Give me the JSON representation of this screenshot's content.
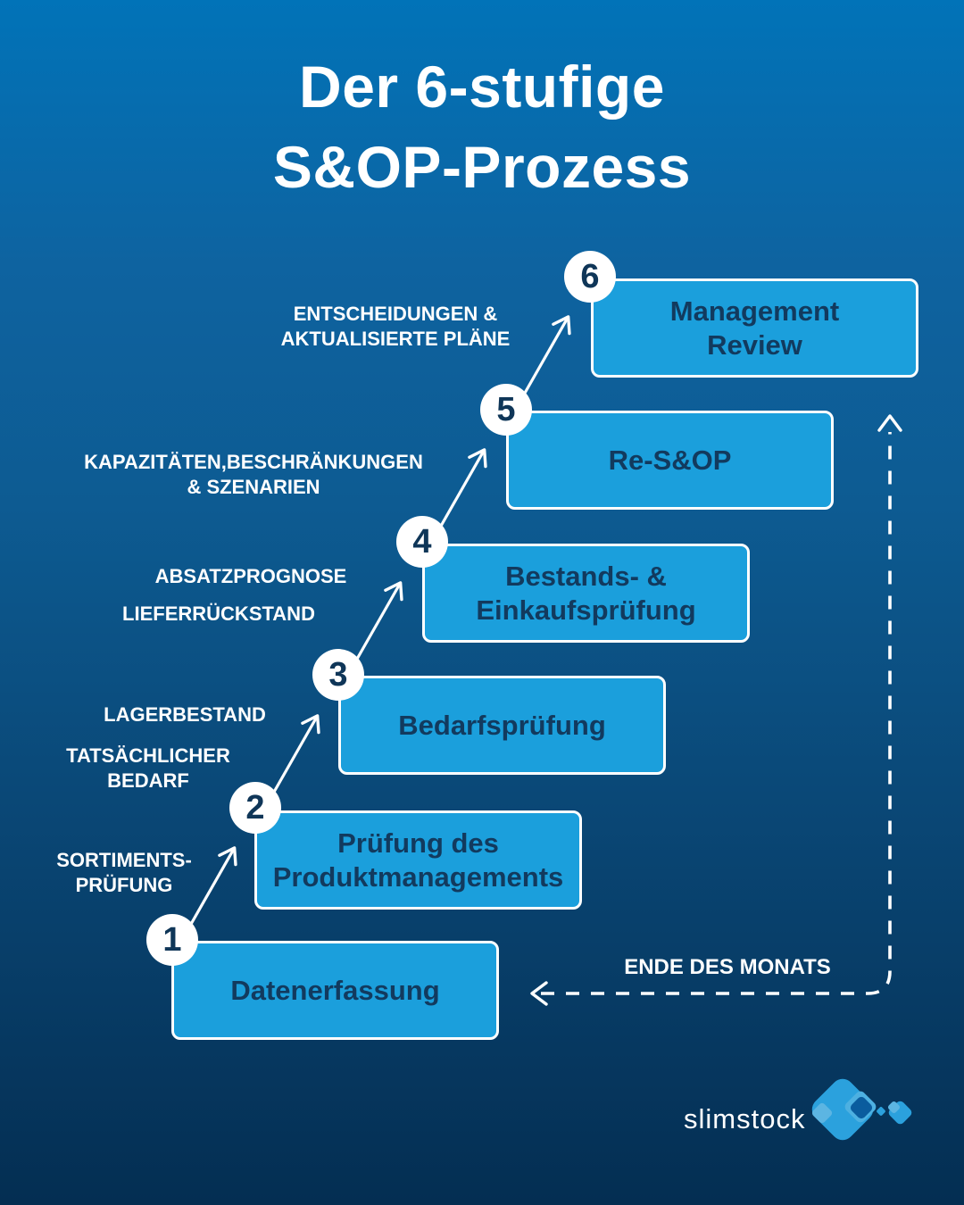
{
  "title": {
    "line1": "Der 6-stufige",
    "line2": "S&OP-Prozess"
  },
  "steps": [
    {
      "number": "1",
      "line1": "Datenerfassung"
    },
    {
      "number": "2",
      "line1": "Prüfung des",
      "line2": "Produktmanagements"
    },
    {
      "number": "3",
      "line1": "Bedarfsprüfung"
    },
    {
      "number": "4",
      "line1": "Bestands- &",
      "line2": "Einkaufsprüfung"
    },
    {
      "number": "5",
      "line1": "Re-S&OP"
    },
    {
      "number": "6",
      "line1": "Management",
      "line2": "Review"
    }
  ],
  "inputs": {
    "sortiments": {
      "line1": "SORTIMENTS-",
      "line2": "PRÜFUNG"
    },
    "lagerbestand": {
      "line1": "LAGERBESTAND"
    },
    "tatsaechlicher": {
      "line1": "TATSÄCHLICHER",
      "line2": "BEDARF"
    },
    "absatzprognose": {
      "line1": "ABSATZPROGNOSE"
    },
    "lieferrueckstand": {
      "line1": "LIEFERRÜCKSTAND"
    },
    "kapazitaeten": {
      "line1": "KAPAZITÄTEN,BESCHRÄNKUNGEN",
      "line2": "& SZENARIEN"
    },
    "entscheidungen": {
      "line1": "ENTSCHEIDUNGEN &",
      "line2": "AKTUALISIERTE PLÄNE"
    }
  },
  "return_flow": {
    "label": "ENDE DES MONATS"
  },
  "logo": {
    "text": "slimstock"
  },
  "colors": {
    "background_top": "#0173b8",
    "background_mid": "#0d5b92",
    "background_bottom": "#042e52",
    "box_fill": "#1b9fdc",
    "box_border": "#ffffff",
    "box_text": "#123a5e",
    "circle_fill": "#ffffff",
    "circle_text": "#0f3658",
    "label_text": "#ffffff",
    "arrow_color": "#ffffff",
    "logo_blue": "#2ba1dd",
    "logo_dark_blue": "#0a5c9e",
    "logo_light_blue": "#5cb5e2"
  }
}
